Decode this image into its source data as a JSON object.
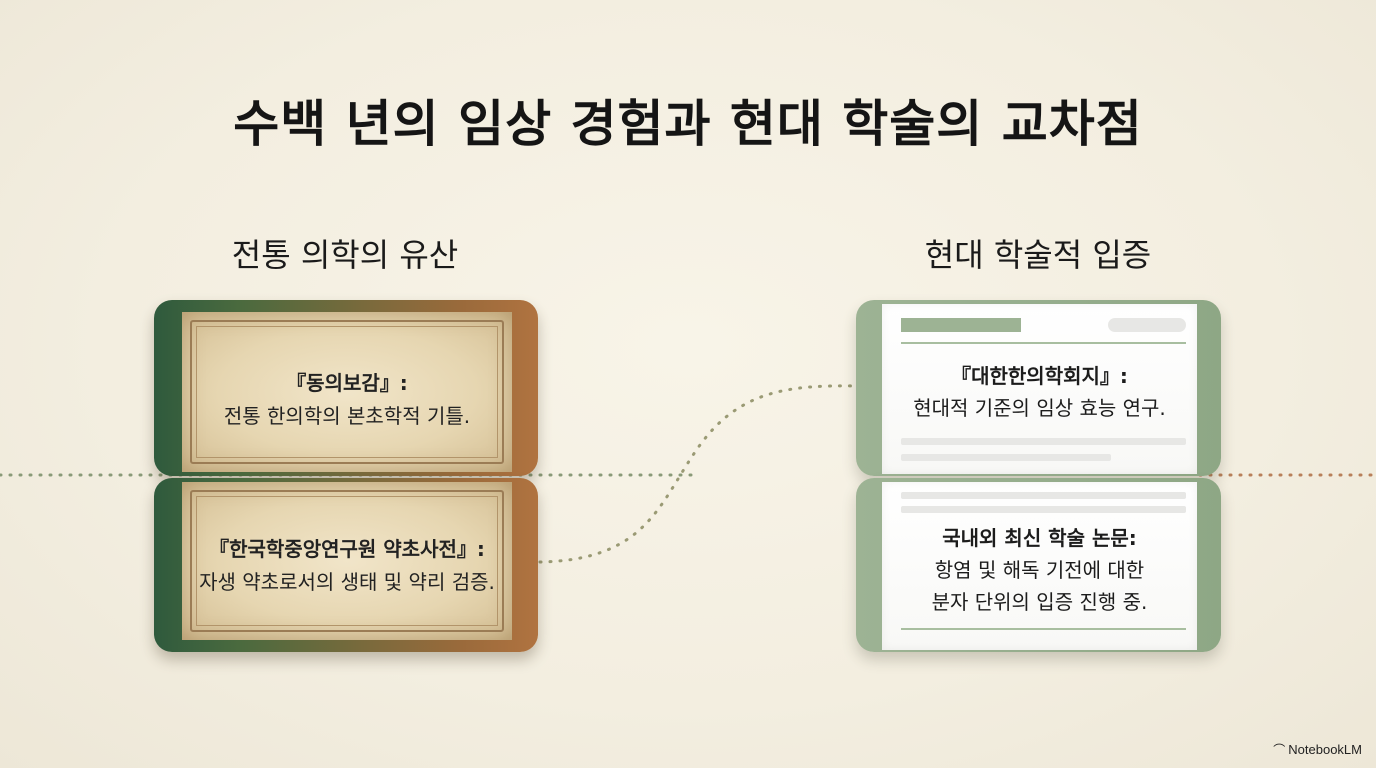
{
  "title": "수백 년의 임상 경험과 현대 학술의 교차점",
  "left": {
    "heading": "전통 의학의 유산",
    "card1": {
      "title": "『동의보감』:",
      "text": "전통 한의학의 본초학적 기틀."
    },
    "card2": {
      "title": "『한국학중앙연구원 약초사전』:",
      "text": "자생 약초로서의 생태 및 약리 검증."
    }
  },
  "right": {
    "heading": "현대 학술적 입증",
    "card1": {
      "title": "『대한한의학회지』:",
      "text": "현대적 기준의 임상 효능 연구."
    },
    "card2": {
      "title": "국내외 최신 학술 논문:",
      "line1": "항염 및 해독 기전에 대한",
      "line2": "분자 단위의 입증 진행 중."
    }
  },
  "brand": {
    "name": "NotebookLM",
    "icon": "notebooklm-logo-icon"
  },
  "colors": {
    "green": "#2f5a3d",
    "brown": "#b07340",
    "sage": "#9db394",
    "dots": "#9a9270"
  }
}
